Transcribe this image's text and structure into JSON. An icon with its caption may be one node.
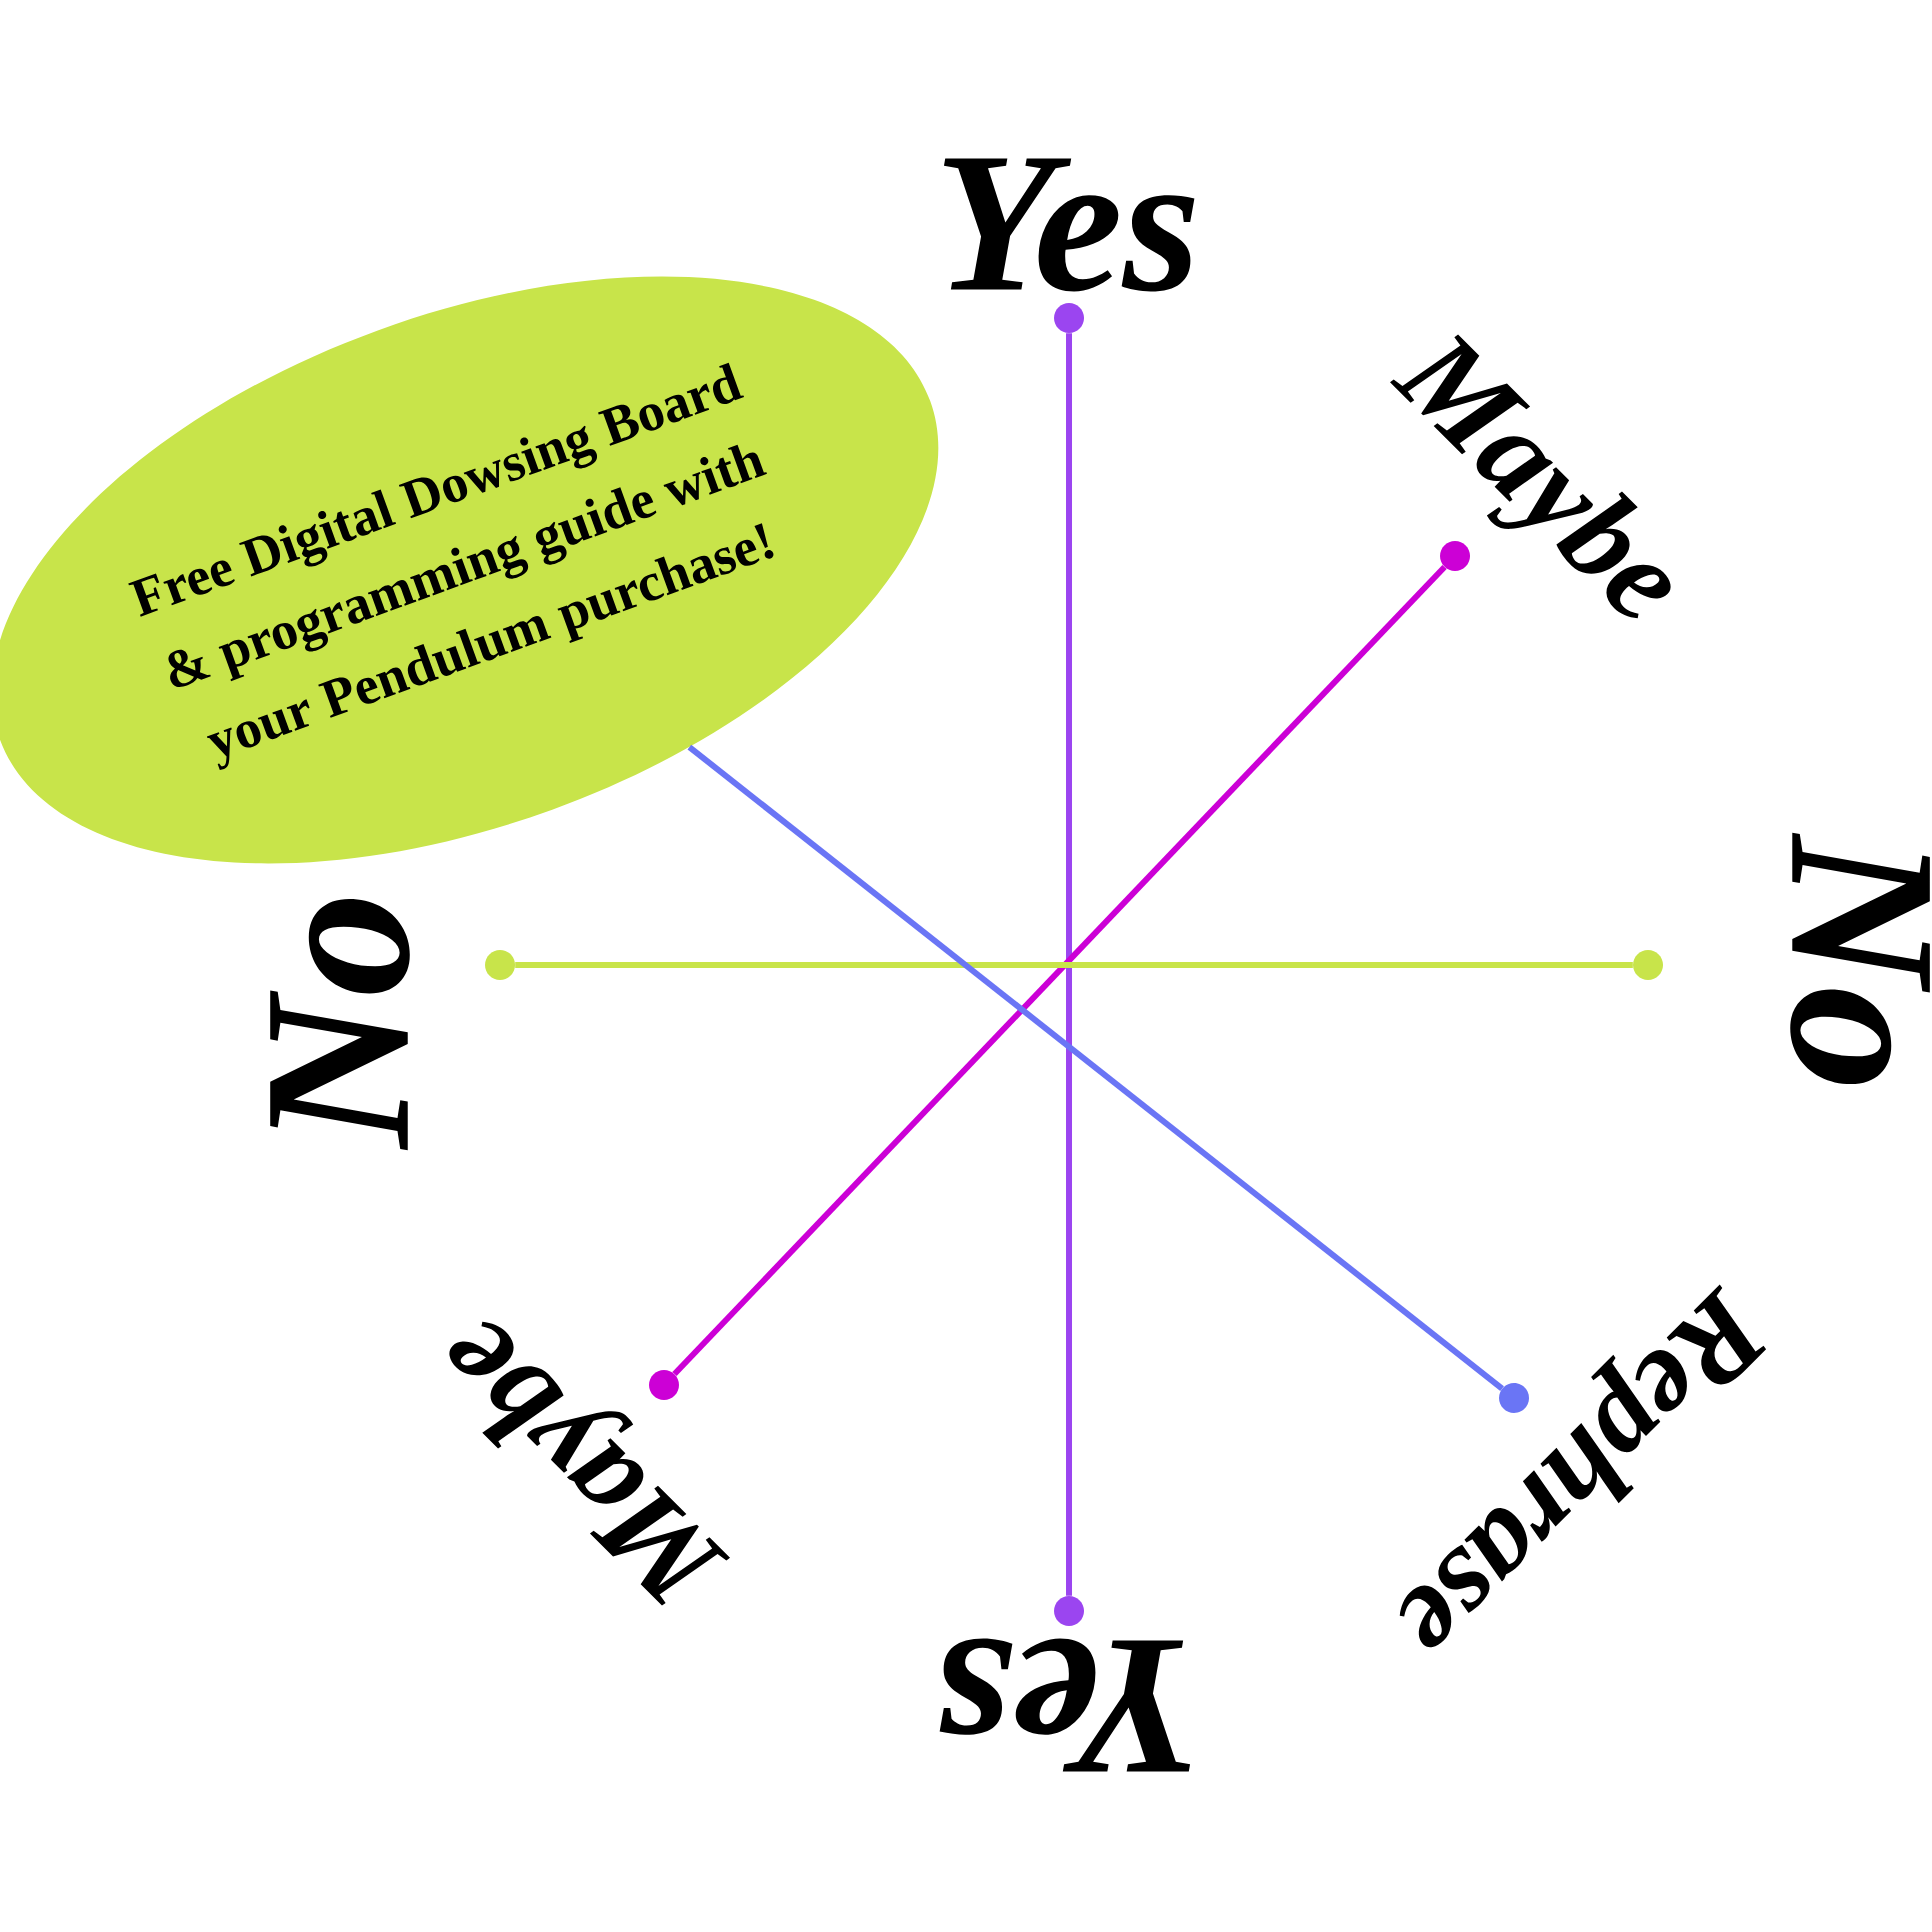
{
  "diagram": {
    "nodes": [
      {
        "text": [
          "Free Digital Dowsing Board & programming guide with your Pendulum purchase!"
        ]
      },
      {
        "text": [],
        "shape": "circle"
      },
      {
        "text": [],
        "shape": "circle"
      },
      {
        "text": [],
        "shape": "circle"
      },
      {
        "text": [],
        "shape": "circle"
      },
      {
        "text": [],
        "shape": "circle"
      },
      {
        "text": [],
        "shape": "circle"
      },
      {
        "text": [],
        "shape": "circle"
      }
    ],
    "edges": [
      {
        "from": 1,
        "to": 7,
        "arrow": "none",
        "color": "#9b45f0"
      },
      {
        "from": 2,
        "to": 5,
        "arrow": "none",
        "color": "#cc00d6"
      },
      {
        "from": 3,
        "to": 4,
        "arrow": "none",
        "color": "#c8e44a"
      },
      {
        "from": 0,
        "to": 6,
        "arrow": "none",
        "color": "#6a75f5"
      }
    ],
    "labels": [
      "Yes",
      "Maybe",
      "No",
      "Rephrase",
      "Yes",
      "Maybe",
      "No"
    ]
  }
}
